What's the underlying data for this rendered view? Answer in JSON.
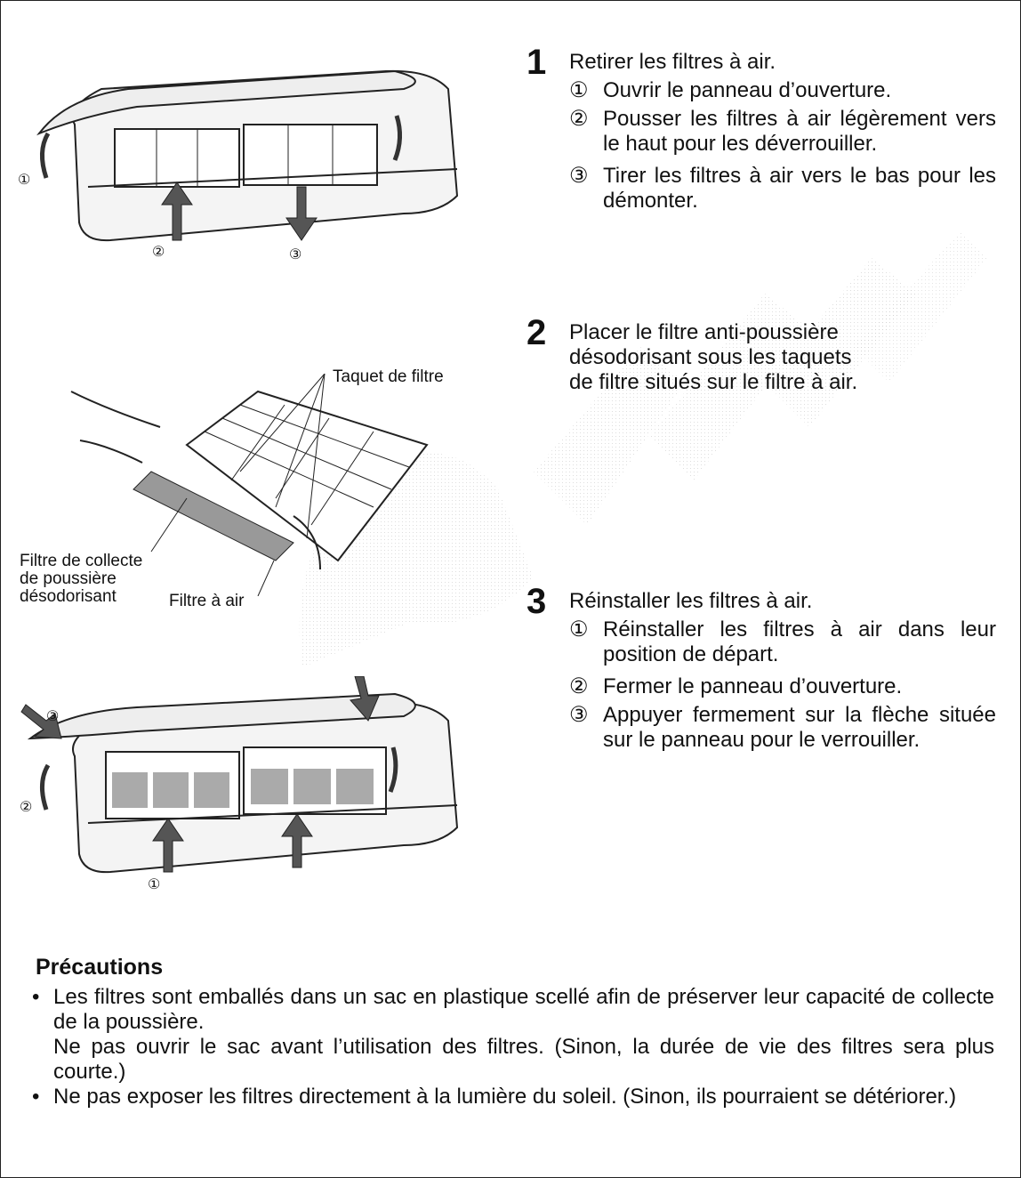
{
  "steps": [
    {
      "number": "1",
      "title": "Retirer les filtres à air.",
      "substeps": [
        {
          "mark": "①",
          "text": "Ouvrir le panneau d’ouverture."
        },
        {
          "mark": "②",
          "text": "Pousser les filtres à air légèrement vers le haut pour les déverrouiller."
        },
        {
          "mark": "③",
          "text": "Tirer les filtres à air vers le bas pour les démonter."
        }
      ]
    },
    {
      "number": "2",
      "title_lines": [
        "Placer le filtre anti-poussière",
        "désodorisant sous les taquets",
        "de filtre situés sur le filtre à air."
      ]
    },
    {
      "number": "3",
      "title": "Réinstaller les filtres à air.",
      "substeps": [
        {
          "mark": "①",
          "text": "Réinstaller les filtres à air dans leur position de départ."
        },
        {
          "mark": "②",
          "text": "Fermer le panneau d’ouverture."
        },
        {
          "mark": "③",
          "text": "Appuyer fermement sur la flèche située sur le panneau pour le verrouiller."
        }
      ]
    }
  ],
  "figure1": {
    "callouts": [
      "①",
      "②",
      "③"
    ]
  },
  "figure2": {
    "labels": {
      "filter_tab": "Taquet de filtre",
      "dust_filter_lines": [
        "Filtre de collecte",
        "de poussière",
        "désodorisant"
      ],
      "air_filter": "Filtre à air"
    }
  },
  "figure3": {
    "callouts": [
      "③",
      "②",
      "①"
    ]
  },
  "precautions": {
    "title": "Précautions",
    "items": [
      {
        "lines": [
          "Les filtres sont emballés dans un sac en plastique scellé afin de préserver leur capacité de collecte de la poussière.",
          "Ne pas ouvrir le sac avant l’utilisation des filtres. (Sinon, la durée de vie des filtres sera plus courte.)"
        ]
      },
      {
        "lines": [
          "Ne pas exposer les filtres directement à la lumière du soleil. (Sinon, ils pourraient se détériorer.)"
        ]
      }
    ],
    "bullet": "•"
  }
}
